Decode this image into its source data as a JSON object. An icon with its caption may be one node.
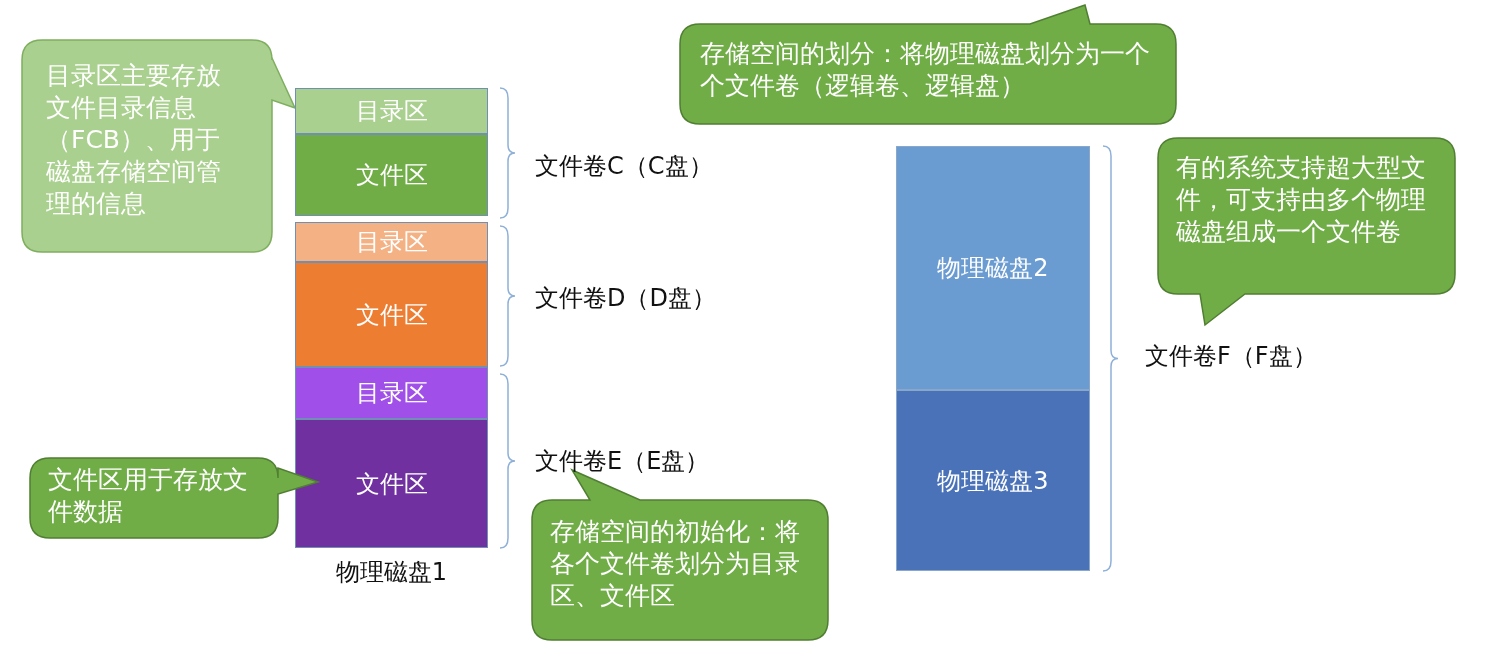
{
  "diagram": {
    "nodes": [
      {
        "text": [
          "目录区主要存放文件目录信息（FCB）、用于磁盘存储空间管理的信息"
        ]
      },
      {
        "text": [
          "物理磁盘1"
        ]
      },
      {
        "text": [
          "目录区"
        ],
        "in": 1
      },
      {
        "text": [
          "文件区"
        ],
        "in": 1
      },
      {
        "text": [
          "目录区"
        ],
        "in": 1
      },
      {
        "text": [
          "文件区"
        ],
        "in": 1
      },
      {
        "text": [
          "目录区"
        ],
        "in": 1
      },
      {
        "text": [
          "文件区"
        ],
        "in": 1
      },
      {
        "text": [
          "文件区用于存放文件数据"
        ]
      },
      {
        "text": [
          "存储空间的划分：将物理磁盘划分为一个个文件卷（逻辑卷、逻辑盘）"
        ]
      },
      {
        "text": [
          "物理磁盘2"
        ]
      },
      {
        "text": [
          "物理磁盘3"
        ]
      },
      {
        "text": [
          "有的系统支持超大型文件，可支持由多个物理磁盘组成一个文件卷"
        ]
      },
      {
        "text": [
          "存储空间的初始化：将各个文件卷划分为目录区、文件区"
        ]
      }
    ],
    "labels": [
      "文件卷C（C盘）",
      "文件卷D（D盘）",
      "文件卷E（E盘）",
      "文件卷F（F盘）"
    ]
  }
}
